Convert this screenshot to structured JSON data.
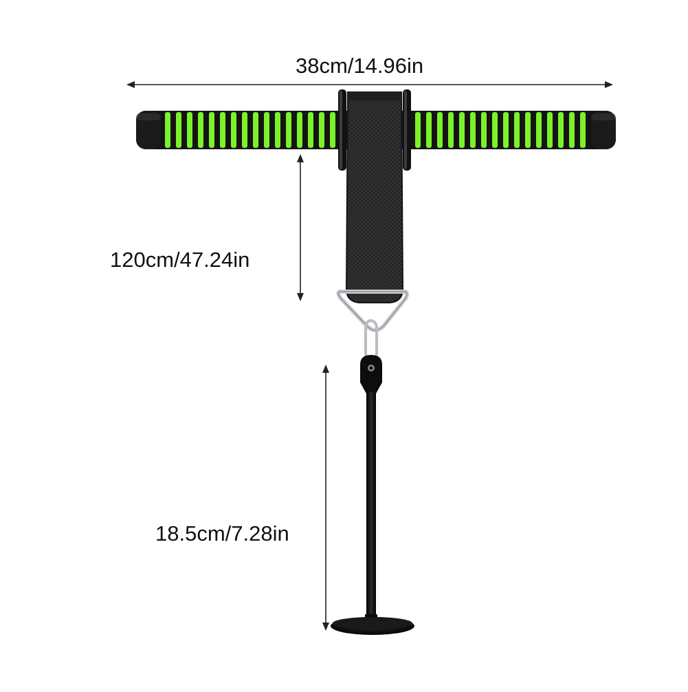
{
  "colors": {
    "foam_green": "#7cf22a",
    "foam_black": "#141414",
    "strap": "#2b2b2b",
    "metal_ring": "#c9ccd0",
    "rod": "#0d0d0d",
    "arrow": "#222222"
  },
  "dimensions": {
    "bar_width": "38cm/14.96in",
    "strap_length": "120cm/47.24in",
    "rod_length": "18.5cm/7.28in"
  },
  "icons": {
    "handle": "foam-grip-handle",
    "strap": "webbing-strap",
    "ring": "d-ring",
    "hook": "snap-hook",
    "rod": "loading-pin"
  }
}
